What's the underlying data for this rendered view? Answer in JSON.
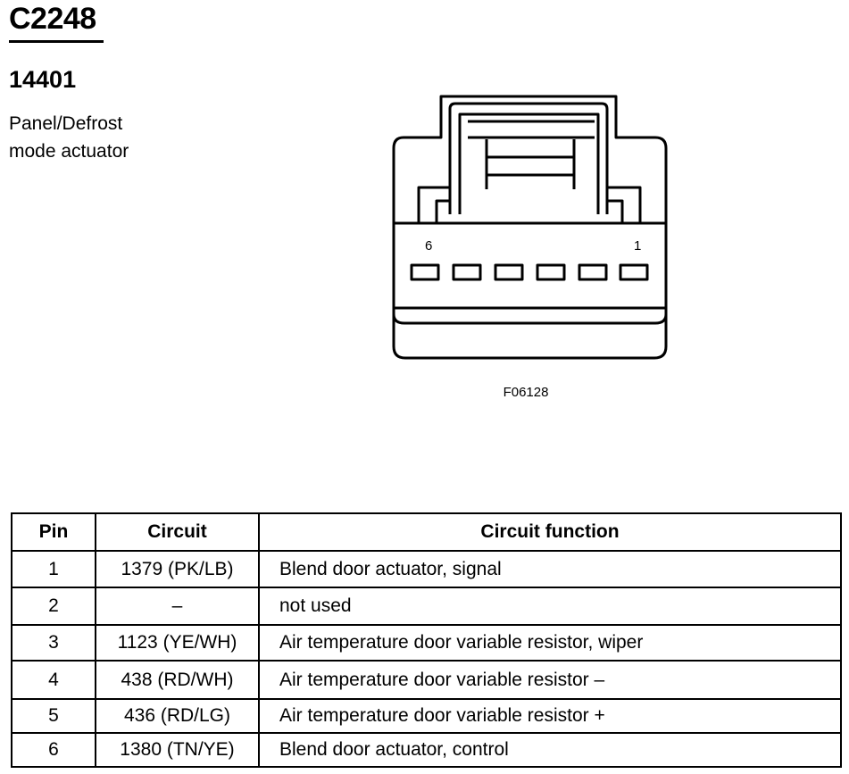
{
  "connector": {
    "id": "C2248",
    "part_number": "14401",
    "description_line1": "Panel/Defrost",
    "description_line2": "mode actuator"
  },
  "diagram": {
    "pin_left_label": "6",
    "pin_right_label": "1",
    "figure_id": "F06128",
    "pin_cavities": [
      "6",
      "5",
      "4",
      "3",
      "2",
      "1"
    ]
  },
  "table": {
    "headers": [
      "Pin",
      "Circuit",
      "Circuit function"
    ],
    "rows": [
      {
        "pin": "1",
        "circuit": "1379 (PK/LB)",
        "function": "Blend door actuator, signal"
      },
      {
        "pin": "2",
        "circuit": "–",
        "function": "not used"
      },
      {
        "pin": "3",
        "circuit": "1123 (YE/WH)",
        "function": "Air temperature door variable resistor, wiper"
      },
      {
        "pin": "4",
        "circuit": "438 (RD/WH)",
        "function": "Air temperature door variable resistor –"
      },
      {
        "pin": "5",
        "circuit": "436 (RD/LG)",
        "function": "Air temperature door variable resistor +"
      },
      {
        "pin": "6",
        "circuit": "1380 (TN/YE)",
        "function": "Blend door actuator, control"
      }
    ]
  }
}
